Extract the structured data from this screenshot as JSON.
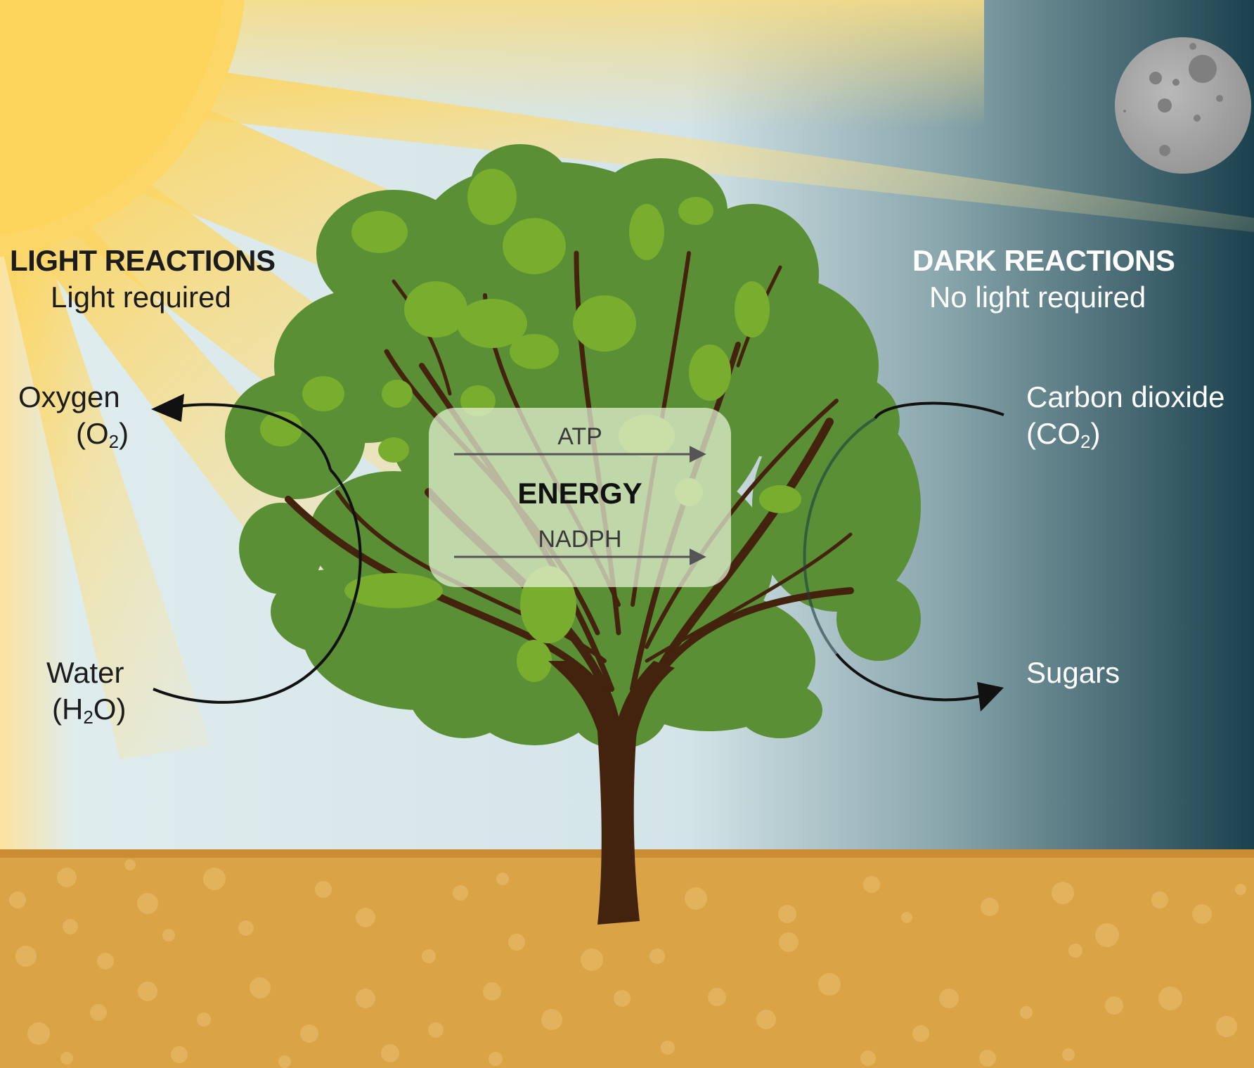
{
  "light": {
    "heading": "LIGHT REACTIONS",
    "sub": "Light required"
  },
  "dark": {
    "heading": "DARK REACTIONS",
    "sub": "No light required"
  },
  "inputs_outputs": {
    "oxygen": {
      "name": "Oxygen",
      "formula_pre": "(O",
      "formula_sub": "2",
      "formula_post": ")"
    },
    "water": {
      "name": "Water",
      "formula_pre": "(H",
      "formula_sub": "2",
      "formula_post": "O)"
    },
    "carbon_dioxide": {
      "name": "Carbon dioxide",
      "formula_pre": "(CO",
      "formula_sub": "2",
      "formula_post": ")"
    },
    "sugars": {
      "name": "Sugars"
    }
  },
  "energy": {
    "title": "ENERGY",
    "top_carrier": "ATP",
    "bottom_carrier": "NADPH"
  },
  "colors": {
    "sun": "#fcd767",
    "sky_light": "#d9e9ec",
    "sky_dark": "#1d4450",
    "soil": "#d9a346",
    "soil_top": "#c98d34",
    "leaf_dark": "#5a8f35",
    "leaf_light": "#79ad2e",
    "trunk": "#43230e",
    "moon": "#a8a8a8"
  }
}
